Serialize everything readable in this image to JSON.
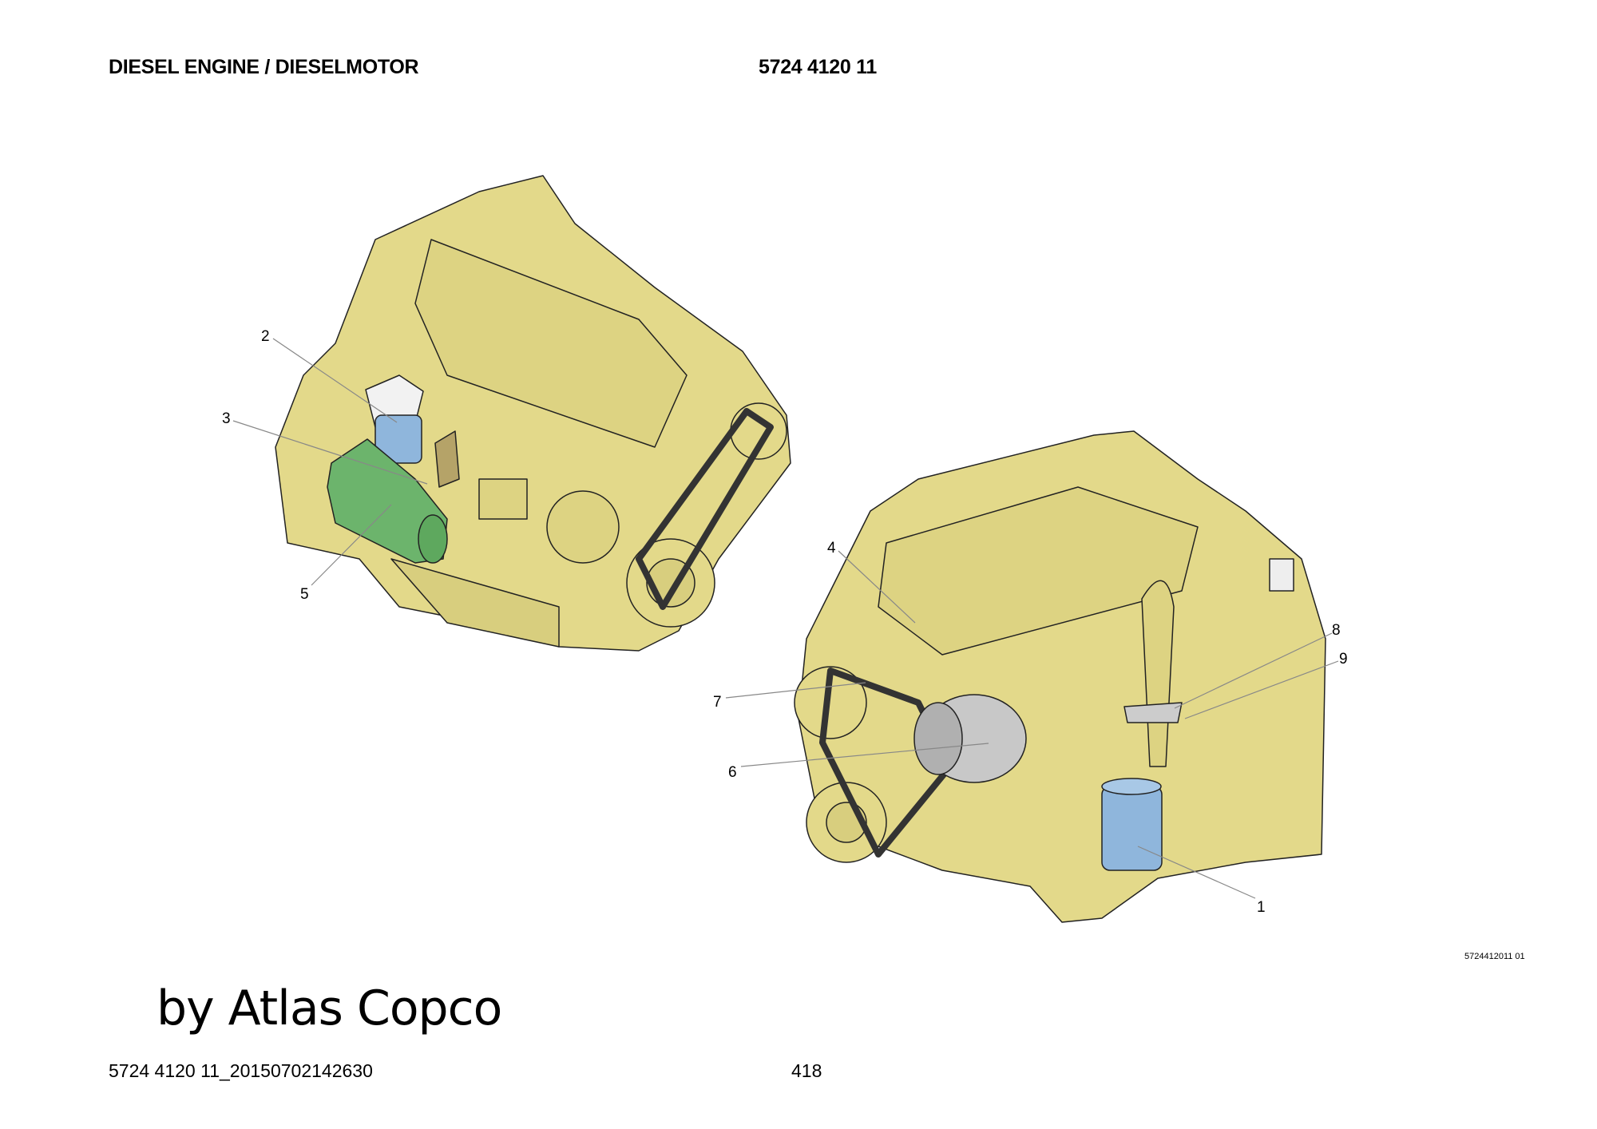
{
  "header": {
    "title": "DIESEL ENGINE / DIESELMOTOR",
    "part_number": "5724 4120 11"
  },
  "figure": {
    "code": "5724412011 01",
    "callouts": [
      "1",
      "2",
      "3",
      "4",
      "5",
      "6",
      "7",
      "8",
      "9"
    ],
    "colors": {
      "engine": "#e3d98a",
      "filter": "#8fb6dc",
      "starter": "#6cb46c",
      "alternator": "#c8c8c8",
      "belt": "#333333",
      "bracket": "#b5a368"
    }
  },
  "watermark": "by Atlas Copco",
  "footer": {
    "document_id": "5724 4120 11_20150702142630",
    "page": "418"
  }
}
